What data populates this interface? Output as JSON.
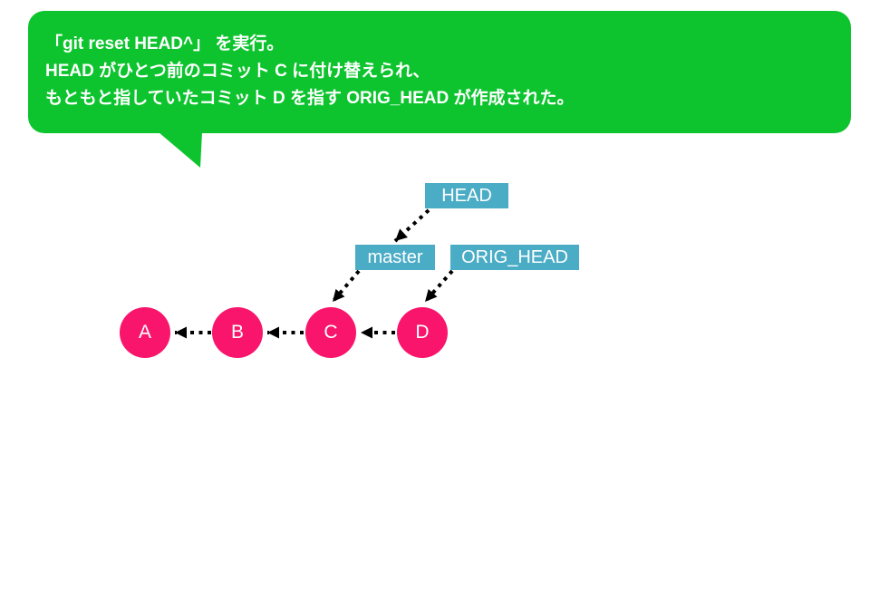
{
  "bubble": {
    "lines": [
      "「git reset HEAD^」 を実行。",
      "HEAD がひとつ前のコミット C に付け替えられ、",
      "もともと指していたコミット D を指す ORIG_HEAD が作成された。"
    ]
  },
  "refs": {
    "head": "HEAD",
    "master": "master",
    "orig_head": "ORIG_HEAD"
  },
  "commits": [
    {
      "id": "A"
    },
    {
      "id": "B"
    },
    {
      "id": "C"
    },
    {
      "id": "D"
    }
  ],
  "colors": {
    "bubble-green": "#0dc42e",
    "label-blue": "#4bacc6",
    "commit-pink": "#f8156b",
    "arrow-black": "#000000",
    "text-white": "#ffffff"
  }
}
